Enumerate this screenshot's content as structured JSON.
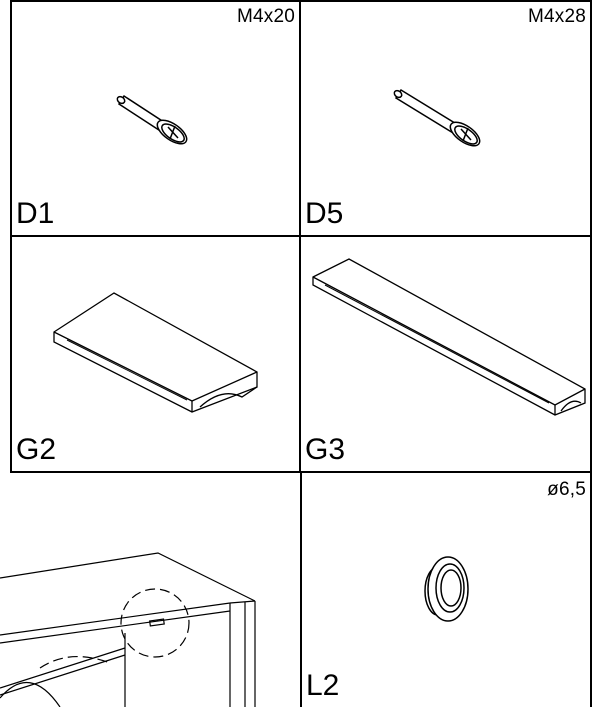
{
  "parts": [
    {
      "code": "D1",
      "spec": "M4x20",
      "icon": "dowel-screw-short-icon"
    },
    {
      "code": "D5",
      "spec": "M4x28",
      "icon": "dowel-screw-long-icon"
    },
    {
      "code": "G2",
      "spec": "",
      "icon": "shelf-short-icon"
    },
    {
      "code": "G3",
      "spec": "",
      "icon": "shelf-long-icon"
    },
    {
      "code": "L2",
      "spec": "ø6,5",
      "icon": "cam-lock-icon"
    }
  ],
  "preview": {
    "icon": "cabinet-assembly-detail-icon"
  }
}
